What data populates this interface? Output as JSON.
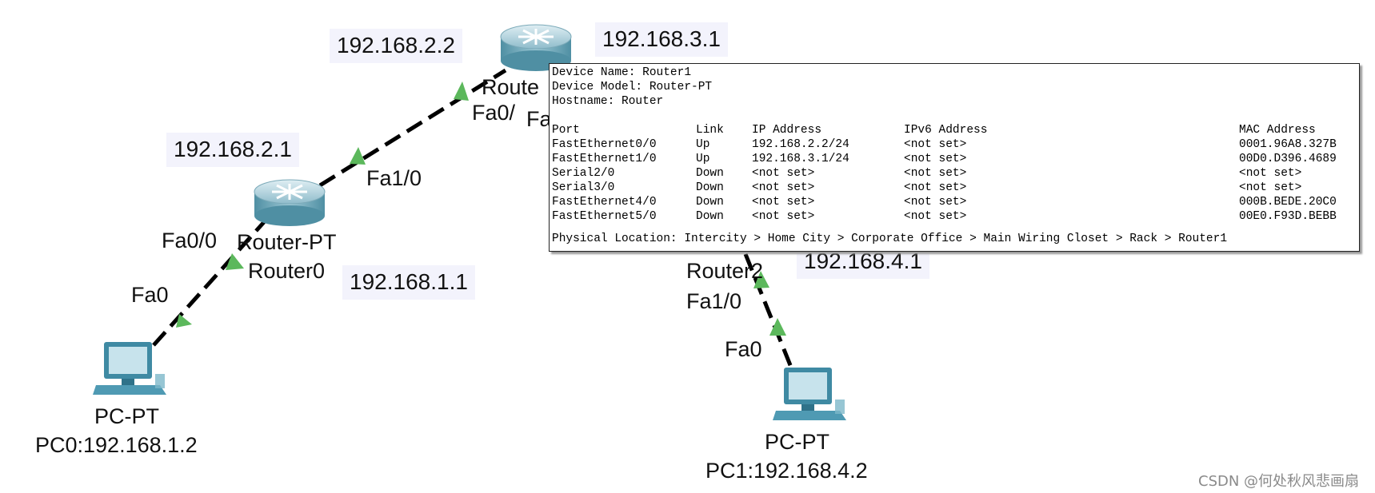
{
  "devices": {
    "router0": {
      "type": "Router-PT",
      "name": "Router0"
    },
    "router1": {
      "name_partial": "Route"
    },
    "router2": {
      "name": "Router2"
    },
    "pc0": {
      "type": "PC-PT",
      "name": "PC0:192.168.1.2"
    },
    "pc1": {
      "type": "PC-PT",
      "name": "PC1:192.168.4.2"
    }
  },
  "ip_labels": {
    "r1_left": "192.168.2.2",
    "r1_right": "192.168.3.1",
    "r0_top": "192.168.2.1",
    "r0_bottom": "192.168.1.1",
    "r2": "192.168.4.1"
  },
  "port_labels": {
    "r0_fa00": "Fa0/0",
    "r0_fa10": "Fa1/0",
    "pc0_fa0": "Fa0",
    "r1_fa0_partial": "Fa0/",
    "r1_fa_partial": "Fa",
    "r2_fa10": "Fa1/0",
    "pc1_fa0": "Fa0"
  },
  "tooltip": {
    "device_name": "Device Name: Router1",
    "device_model": "Device Model: Router-PT",
    "hostname": "Hostname: Router",
    "headers": {
      "port": "Port",
      "link": "Link",
      "ip": "IP Address",
      "ipv6": "IPv6 Address",
      "mac": "MAC Address"
    },
    "rows": [
      {
        "port": "FastEthernet0/0",
        "link": "Up",
        "ip": "192.168.2.2/24",
        "ipv6": "<not set>",
        "mac": "0001.96A8.327B"
      },
      {
        "port": "FastEthernet1/0",
        "link": "Up",
        "ip": "192.168.3.1/24",
        "ipv6": "<not set>",
        "mac": "00D0.D396.4689"
      },
      {
        "port": "Serial2/0",
        "link": "Down",
        "ip": "<not set>",
        "ipv6": "<not set>",
        "mac": "<not set>"
      },
      {
        "port": "Serial3/0",
        "link": "Down",
        "ip": "<not set>",
        "ipv6": "<not set>",
        "mac": "<not set>"
      },
      {
        "port": "FastEthernet4/0",
        "link": "Down",
        "ip": "<not set>",
        "ipv6": "<not set>",
        "mac": "000B.BEDE.20C0"
      },
      {
        "port": "FastEthernet5/0",
        "link": "Down",
        "ip": "<not set>",
        "ipv6": "<not set>",
        "mac": "00E0.F93D.BEBB"
      }
    ],
    "location": "Physical Location: Intercity > Home City > Corporate Office > Main Wiring Closet > Rack > Router1"
  },
  "watermark": "CSDN @何处秋风悲画扇",
  "colors": {
    "link": "#000000",
    "link_up_arrow": "#5cb85c",
    "router_body": "#6fa6b8",
    "pc_body": "#3f8aa3",
    "ip_bg": "#f3f3fc"
  }
}
